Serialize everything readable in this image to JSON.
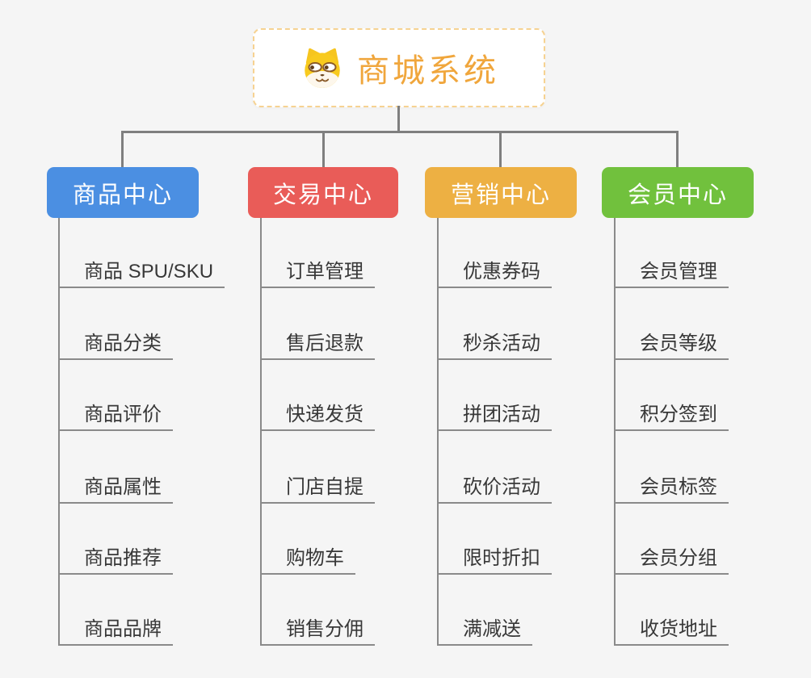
{
  "background_color": "#f5f5f5",
  "connector_color": "#7f7f7f",
  "leaf_line_color": "#8a8a8a",
  "root": {
    "title": "商城系统",
    "title_color": "#f0a63c",
    "border_color": "#f6d291",
    "icon": "dog-face-icon"
  },
  "branches": [
    {
      "label": "商品中心",
      "color": "#4b8fe2",
      "children": [
        "商品 SPU/SKU",
        "商品分类",
        "商品评价",
        "商品属性",
        "商品推荐",
        "商品品牌"
      ]
    },
    {
      "label": "交易中心",
      "color": "#e95c58",
      "children": [
        "订单管理",
        "售后退款",
        "快递发货",
        "门店自提",
        "购物车",
        "销售分佣"
      ]
    },
    {
      "label": "营销中心",
      "color": "#edb043",
      "children": [
        "优惠券码",
        "秒杀活动",
        "拼团活动",
        "砍价活动",
        "限时折扣",
        "满减送"
      ]
    },
    {
      "label": "会员中心",
      "color": "#71c13d",
      "children": [
        "会员管理",
        "会员等级",
        "积分签到",
        "会员标签",
        "会员分组",
        "收货地址"
      ]
    }
  ]
}
